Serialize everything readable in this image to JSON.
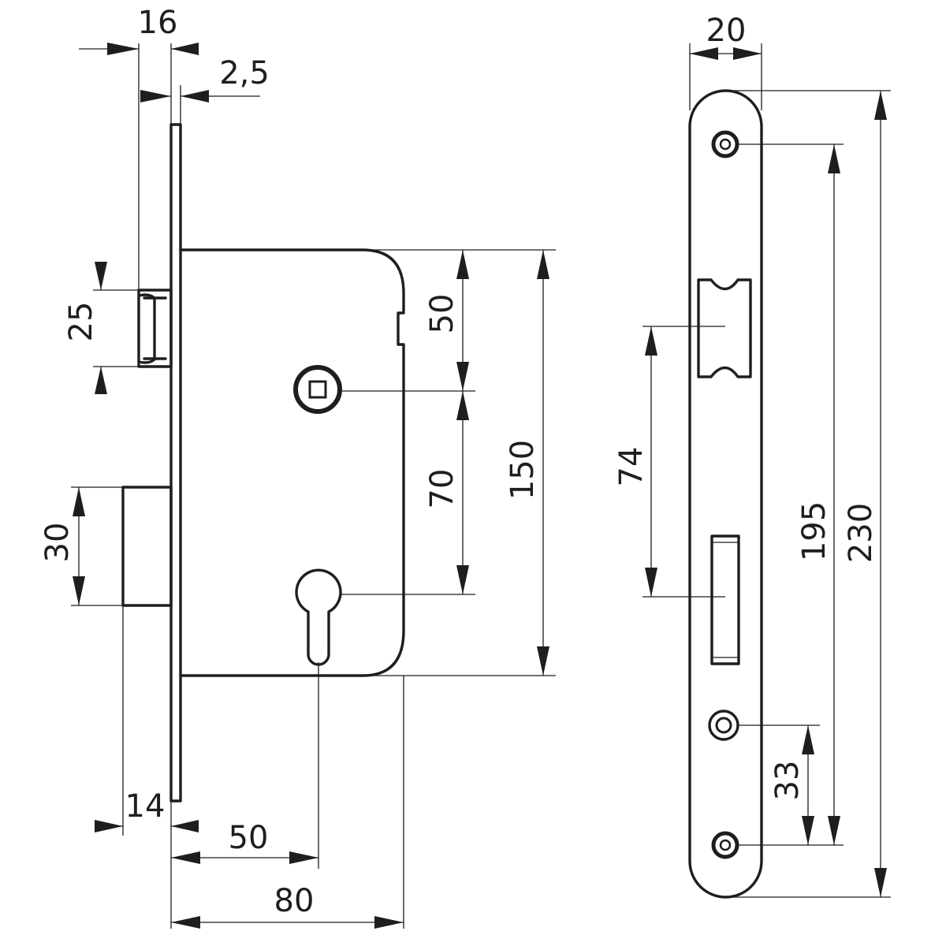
{
  "drawing": {
    "colors": {
      "line": "#1e1e1e",
      "background": "#ffffff"
    },
    "side_view": {
      "dim_faceplate_thickness": "2,5",
      "dim_latch_projection": "16",
      "dim_latch_height": "25",
      "dim_bolt_height": "30",
      "dim_bolt_projection": "14",
      "dim_top_to_spindle": "50",
      "dim_spindle_to_cylinder": "70",
      "dim_case_height": "150",
      "dim_backset": "50",
      "dim_case_depth": "80"
    },
    "front_view": {
      "dim_faceplate_width": "20",
      "dim_latch_to_bolt": "74",
      "dim_screw_spacing": "195",
      "dim_faceplate_length": "230",
      "dim_hole_spacing": "33"
    }
  }
}
